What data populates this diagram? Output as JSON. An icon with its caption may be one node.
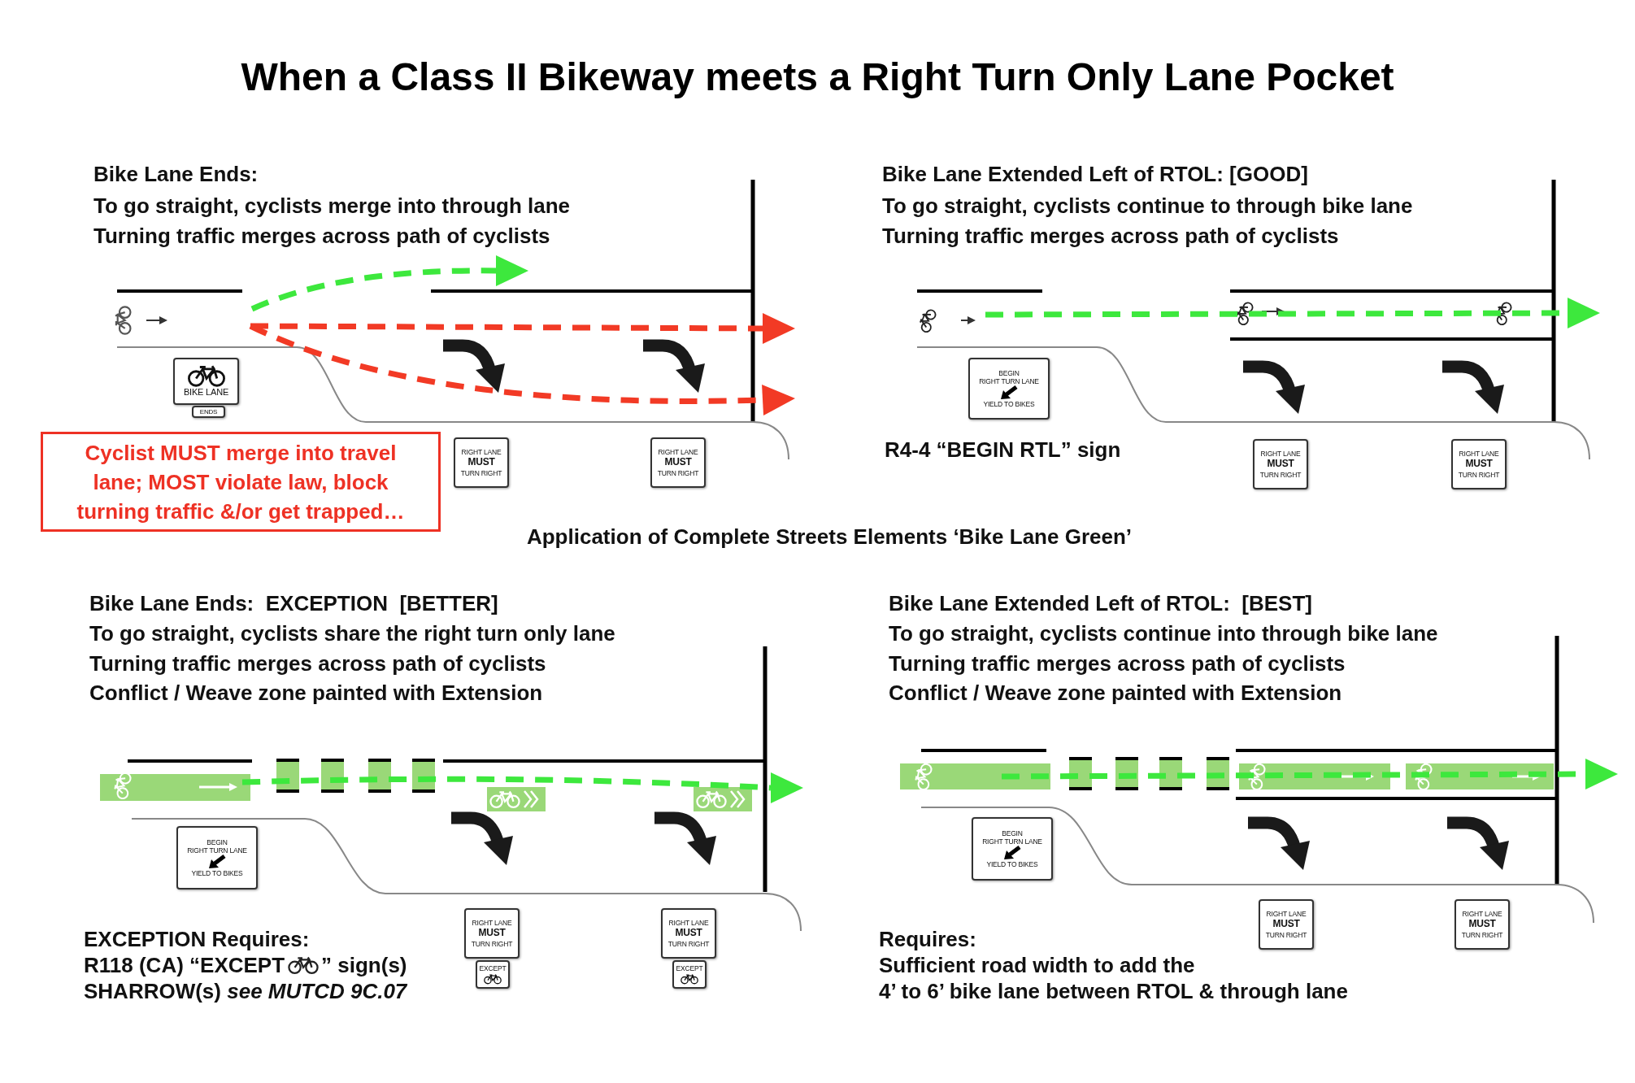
{
  "diagram": {
    "title": "When a Class II Bikeway meets a Right Turn Only Lane Pocket",
    "nodes": [
      {
        "text": [
          "Cyclist MUST merge into travel lane; MOST violate law, block turning traffic &/or get trapped…"
        ]
      },
      {
        "text": [
          "BIKE LANE"
        ]
      },
      {
        "text": [
          "ENDS"
        ]
      },
      {
        "text": [
          "RIGHT LANE",
          "MUST",
          "TURN RIGHT"
        ]
      },
      {
        "text": [
          "RIGHT LANE",
          "MUST",
          "TURN RIGHT"
        ]
      },
      {
        "text": [
          "BEGIN",
          "RIGHT TURN LANE",
          "YIELD TO BIKES"
        ]
      },
      {
        "text": [
          "RIGHT LANE",
          "MUST",
          "TURN RIGHT"
        ]
      },
      {
        "text": [
          "RIGHT LANE",
          "MUST",
          "TURN RIGHT"
        ]
      },
      {
        "text": [
          "BEGIN",
          "RIGHT TURN LANE",
          "YIELD TO BIKES"
        ]
      },
      {
        "text": [
          "RIGHT LANE",
          "MUST",
          "TURN RIGHT"
        ]
      },
      {
        "text": [
          "EXCEPT"
        ]
      },
      {
        "text": [
          "RIGHT LANE",
          "MUST",
          "TURN RIGHT"
        ]
      },
      {
        "text": [
          "EXCEPT"
        ]
      },
      {
        "text": [
          "BEGIN",
          "RIGHT TURN LANE",
          "YIELD TO BIKES"
        ]
      },
      {
        "text": [
          "RIGHT LANE",
          "MUST",
          "TURN RIGHT"
        ]
      },
      {
        "text": [
          "RIGHT LANE",
          "MUST",
          "TURN RIGHT"
        ]
      }
    ],
    "labels": [
      "Bike Lane Ends:",
      "To go straight, cyclists merge into through lane",
      "Turning traffic merges across path of cyclists",
      "Bike Lane Extended Left of RTOL: [GOOD]",
      "To go straight, cyclists continue to through bike lane",
      "Turning traffic merges across path of cyclists",
      "R4-4 “BEGIN RTL” sign",
      "Application of Complete Streets Elements ‘Bike Lane Green’",
      "Bike Lane Ends:  EXCEPTION  [BETTER]",
      "To go straight, cyclists share the right turn only lane",
      "Turning traffic merges across path of cyclists",
      "Conflict / Weave zone painted with Extension",
      "Bike Lane Extended Left of RTOL:  [BEST]",
      "To go straight, cyclists continue into through bike lane",
      "Turning traffic merges across path of cyclists",
      "Conflict / Weave zone painted with Extension",
      "EXCEPTION Requires:",
      "R118 (CA) “EXCEPT",
      "” sign(s)",
      "SHARROW(s) *see MUTCD 9C.07*",
      "Requires:",
      "Sufficient road width to add the",
      "4’ to 6’ bike lane between RTOL & through lane"
    ]
  }
}
